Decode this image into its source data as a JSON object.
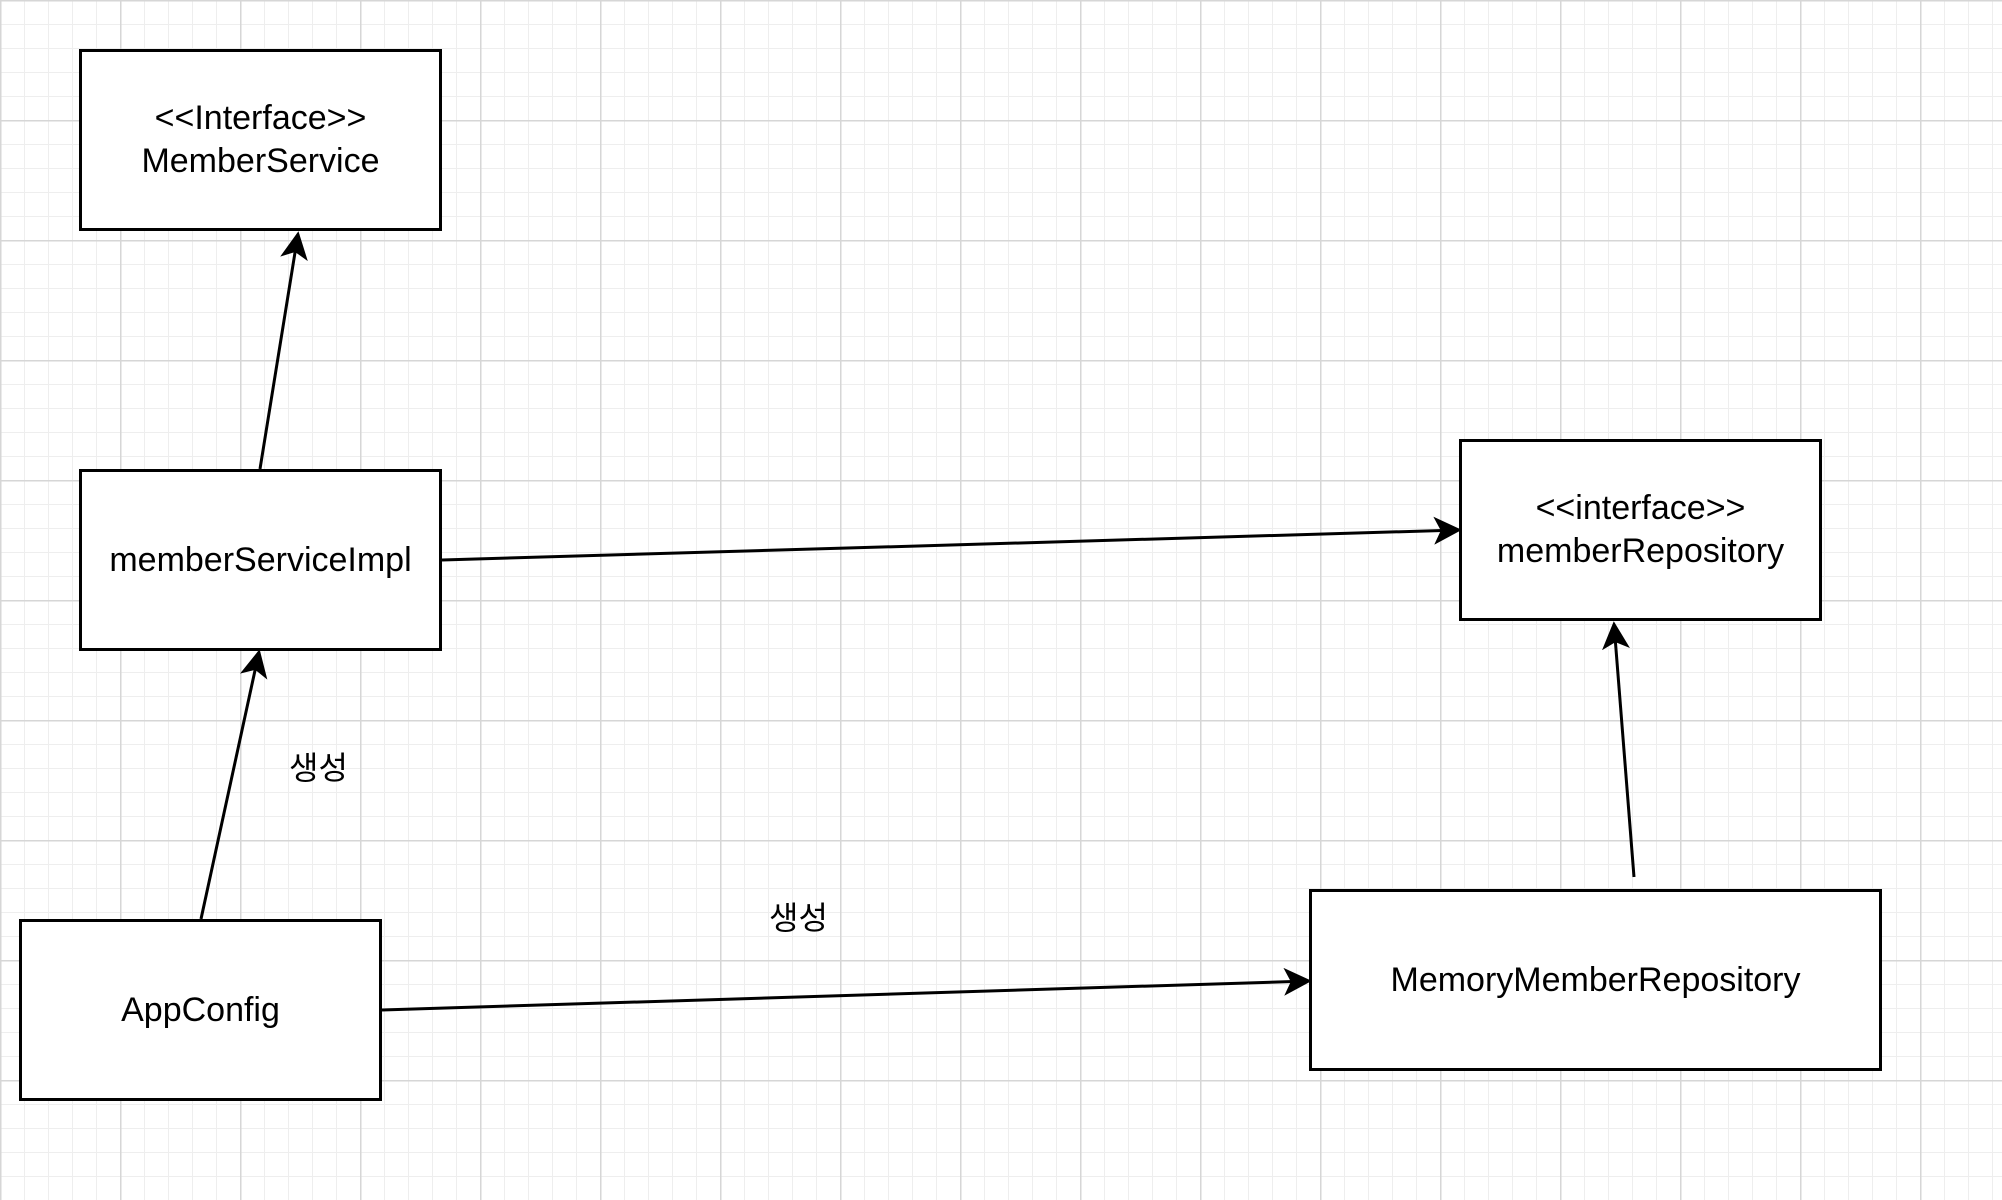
{
  "diagram": {
    "nodes": {
      "member_service": {
        "stereotype": "<<Interface>>",
        "name": "MemberService"
      },
      "member_service_impl": {
        "name": "memberServiceImpl"
      },
      "member_repository": {
        "stereotype": "<<interface>>",
        "name": "memberRepository"
      },
      "app_config": {
        "name": "AppConfig"
      },
      "memory_member_repository": {
        "name": "MemoryMemberRepository"
      }
    },
    "edges": [
      {
        "from": "memberServiceImpl",
        "to": "MemberService",
        "label": ""
      },
      {
        "from": "memberServiceImpl",
        "to": "memberRepository",
        "label": ""
      },
      {
        "from": "AppConfig",
        "to": "memberServiceImpl",
        "label": "생성"
      },
      {
        "from": "AppConfig",
        "to": "MemoryMemberRepository",
        "label": "생성"
      },
      {
        "from": "MemoryMemberRepository",
        "to": "memberRepository",
        "label": ""
      }
    ],
    "colors": {
      "stroke": "#000000",
      "background": "#ffffff",
      "grid_major": "#d6d6d6",
      "grid_minor": "#eeeeee"
    }
  }
}
